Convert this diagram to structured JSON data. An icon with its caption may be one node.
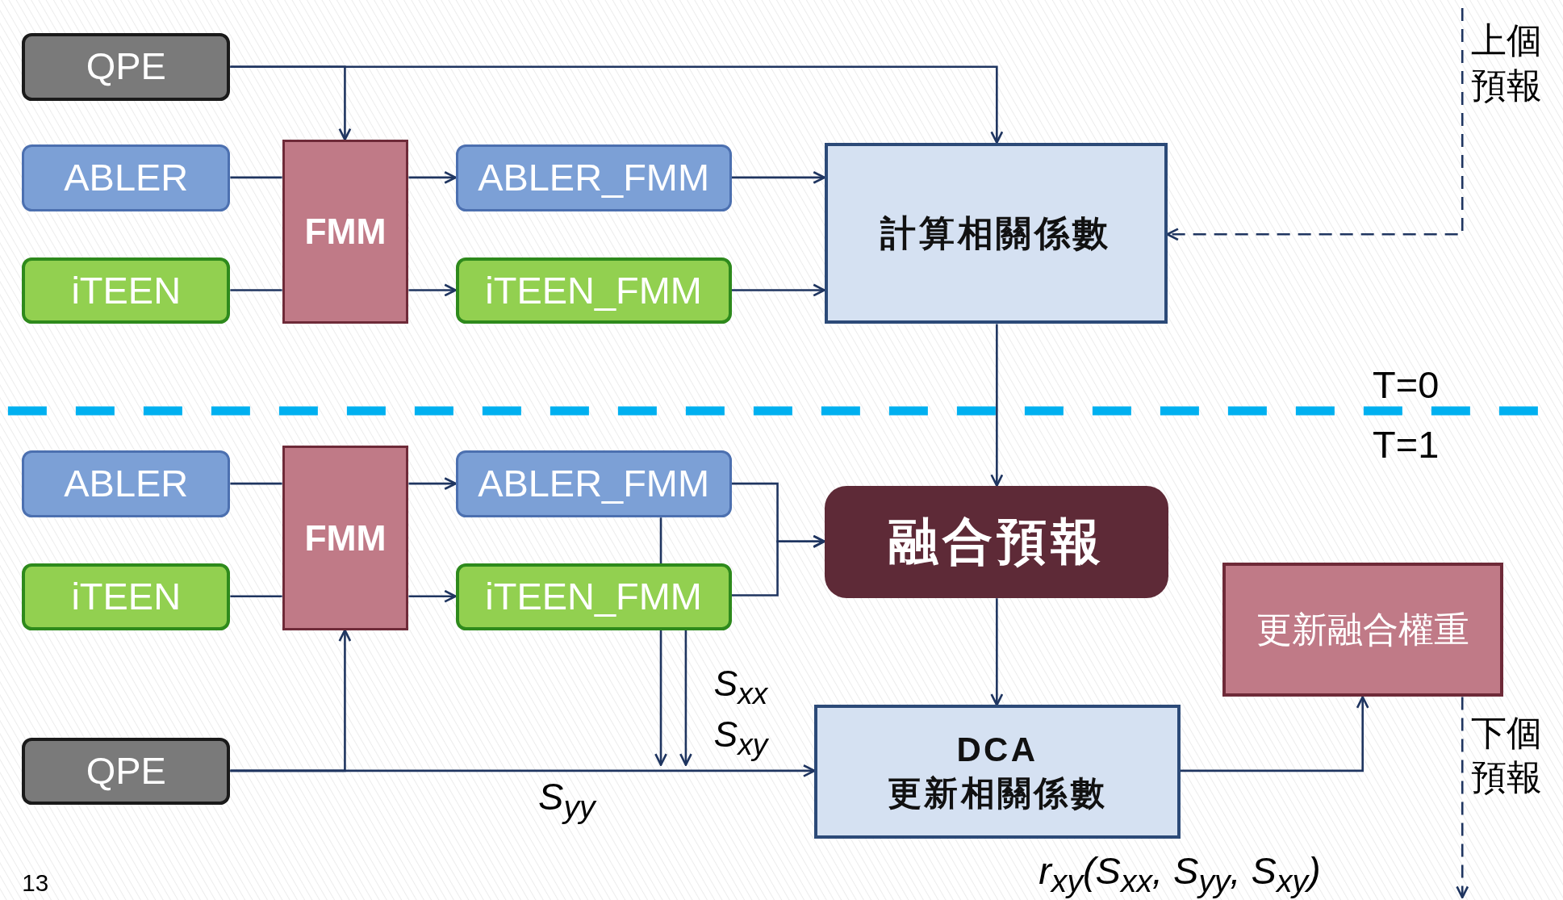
{
  "diagram": {
    "nodes": [
      {
        "text": [
          "QPE"
        ]
      },
      {
        "text": [
          "ABLER"
        ]
      },
      {
        "text": [
          "iTEEN"
        ]
      },
      {
        "text": [
          "FMM"
        ]
      },
      {
        "text": [
          "ABLER_FMM"
        ]
      },
      {
        "text": [
          "iTEEN_FMM"
        ]
      },
      {
        "text": [
          "計算相關係數"
        ]
      },
      {
        "text": [
          "ABLER"
        ]
      },
      {
        "text": [
          "iTEEN"
        ]
      },
      {
        "text": [
          "FMM"
        ]
      },
      {
        "text": [
          "ABLER_FMM"
        ]
      },
      {
        "text": [
          "iTEEN_FMM"
        ]
      },
      {
        "text": [
          "融合預報"
        ]
      },
      {
        "text": [
          "更新融合權重"
        ]
      },
      {
        "text": [
          "QPE"
        ]
      },
      {
        "text": [
          "DCA",
          "更新相關係數"
        ],
        "beside": [
          "r$_{xy}$(S$_{xx}$, S$_{yy}$, S$_{xy}$)"
        ]
      }
    ],
    "edges": [
      {
        "from": 0,
        "to": 3,
        "arrow": "to"
      },
      {
        "from": 0,
        "to": 6,
        "arrow": "to"
      },
      {
        "from": 1,
        "to": 3,
        "arrow": "none"
      },
      {
        "from": 2,
        "to": 3,
        "arrow": "none"
      },
      {
        "from": 3,
        "to": 4,
        "arrow": "to"
      },
      {
        "from": 3,
        "to": 5,
        "arrow": "to"
      },
      {
        "from": 4,
        "to": 6,
        "arrow": "to"
      },
      {
        "from": 5,
        "to": 6,
        "arrow": "to"
      },
      {
        "from": null,
        "to": 6,
        "arrow": "to",
        "style": "dashed",
        "label": "上個預報"
      },
      {
        "from": 6,
        "to": 12,
        "arrow": "to"
      },
      {
        "from": 7,
        "to": 9,
        "arrow": "none"
      },
      {
        "from": 8,
        "to": 9,
        "arrow": "none"
      },
      {
        "from": 9,
        "to": 10,
        "arrow": "to"
      },
      {
        "from": 9,
        "to": 11,
        "arrow": "to"
      },
      {
        "from": 10,
        "to": 12,
        "arrow": "to"
      },
      {
        "from": 11,
        "to": 12,
        "arrow": "to"
      },
      {
        "from": 10,
        "to": null,
        "arrow": "to"
      },
      {
        "from": 11,
        "to": null,
        "arrow": "to"
      },
      {
        "from": 14,
        "to": 9,
        "arrow": "to"
      },
      {
        "from": 14,
        "to": 15,
        "arrow": "to",
        "label": "S$_{yy}$"
      },
      {
        "from": 12,
        "to": 15,
        "arrow": "to"
      },
      {
        "from": 15,
        "to": 13,
        "arrow": "to"
      },
      {
        "from": 13,
        "to": null,
        "arrow": "to",
        "style": "dashed",
        "label": "下個預報"
      }
    ],
    "labels": [
      "T=0",
      "T=1",
      "S$_{xx}$",
      "S$_{xy}$",
      "13"
    ]
  }
}
